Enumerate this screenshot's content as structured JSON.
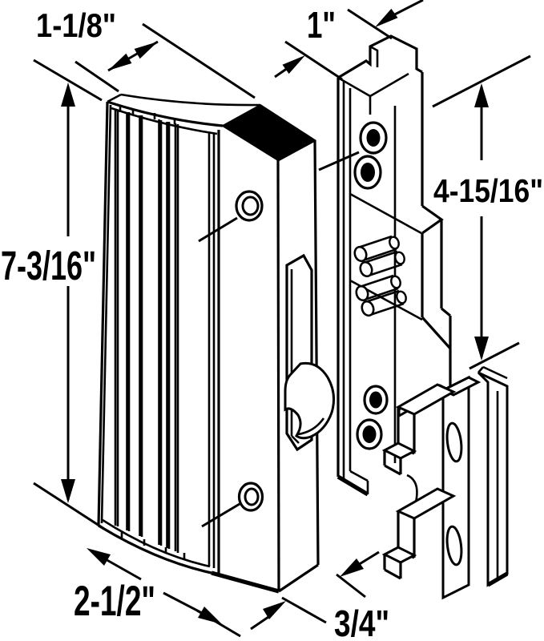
{
  "diagram": {
    "background_color": "#ffffff",
    "line_color": "#000000",
    "labels": {
      "top_left": "1-1/8\"",
      "top_center": "1\"",
      "left": "7-3/16\"",
      "right": "4-15/16\"",
      "bottom_left": "2-1/2\"",
      "bottom_center": "3/4\""
    }
  }
}
